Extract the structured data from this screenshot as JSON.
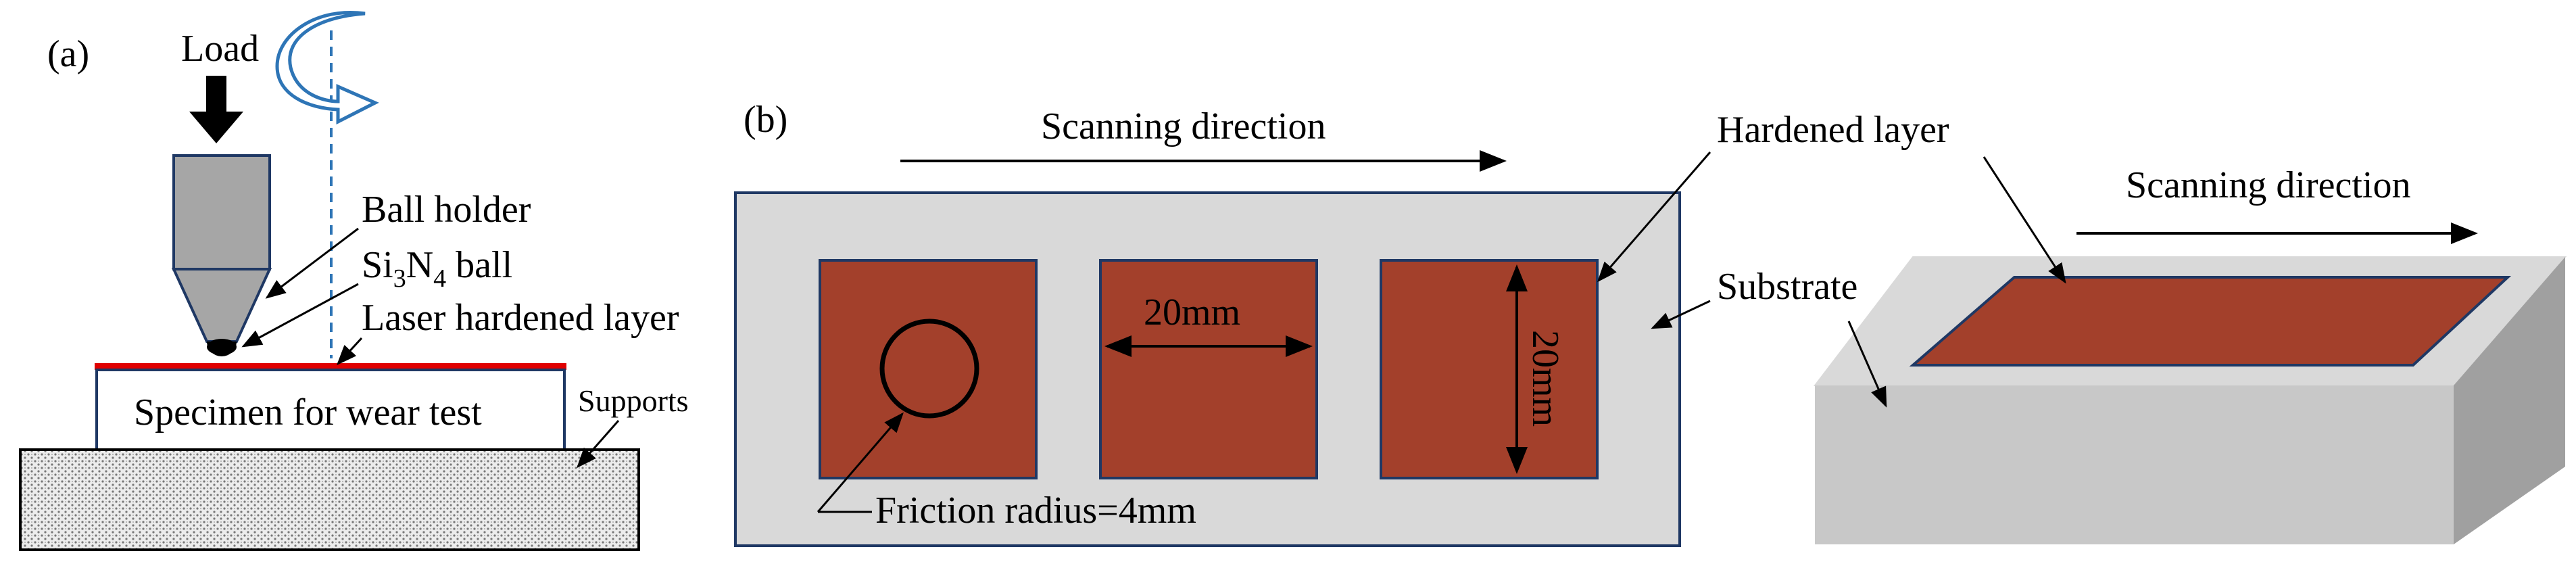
{
  "panel_a": {
    "label": "(a)",
    "load_label": "Load",
    "ball_holder_label": "Ball holder",
    "ball_label": {
      "pre": "Si",
      "sub1": "3",
      "mid": "N",
      "sub2": "4",
      "post": " ball"
    },
    "layer_label": "Laser hardened layer",
    "specimen_label": "Specimen for wear test",
    "supports_label": "Supports"
  },
  "panel_b": {
    "label": "(b)",
    "scan_label": "Scanning direction",
    "width_label": "20mm",
    "height_label": "20mm",
    "friction_label": "Friction radius=4mm",
    "hardened_label": "Hardened layer",
    "substrate_label": "Substrate",
    "scan_label_3d": "Scanning direction"
  },
  "colors": {
    "hardened_fill": "#a3402b",
    "substrate_fill": "#d9d9d9",
    "outline": "#1f3864",
    "laser_line": "#e00000",
    "axis_dash": "#2e75b6",
    "holder_fill": "#a6a6a6"
  }
}
